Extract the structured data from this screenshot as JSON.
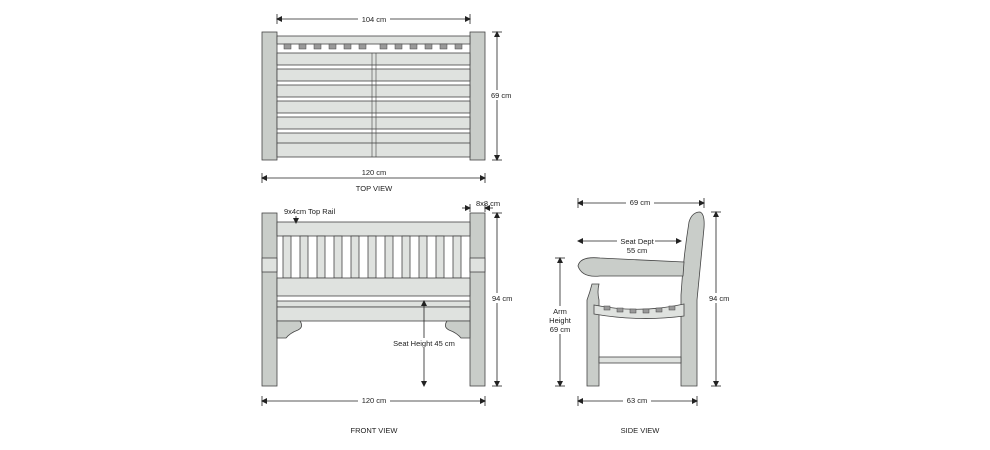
{
  "top_view": {
    "title": "TOP VIEW",
    "width_inner": "104 cm",
    "depth": "69 cm",
    "width_outer": "120 cm"
  },
  "front_view": {
    "title": "FRONT VIEW",
    "top_rail": "9x4cm Top Rail",
    "post": "8x8 cm",
    "height": "94 cm",
    "seat_height": "Seat Height 45 cm",
    "width": "120 cm"
  },
  "side_view": {
    "title": "SIDE VIEW",
    "depth": "69 cm",
    "seat_depth_line1": "Seat Dept",
    "seat_depth_line2": "55 cm",
    "arm_line1": "Arm",
    "arm_line2": "Height",
    "arm_line3": "69 cm",
    "height": "94 cm",
    "base": "63 cm"
  }
}
